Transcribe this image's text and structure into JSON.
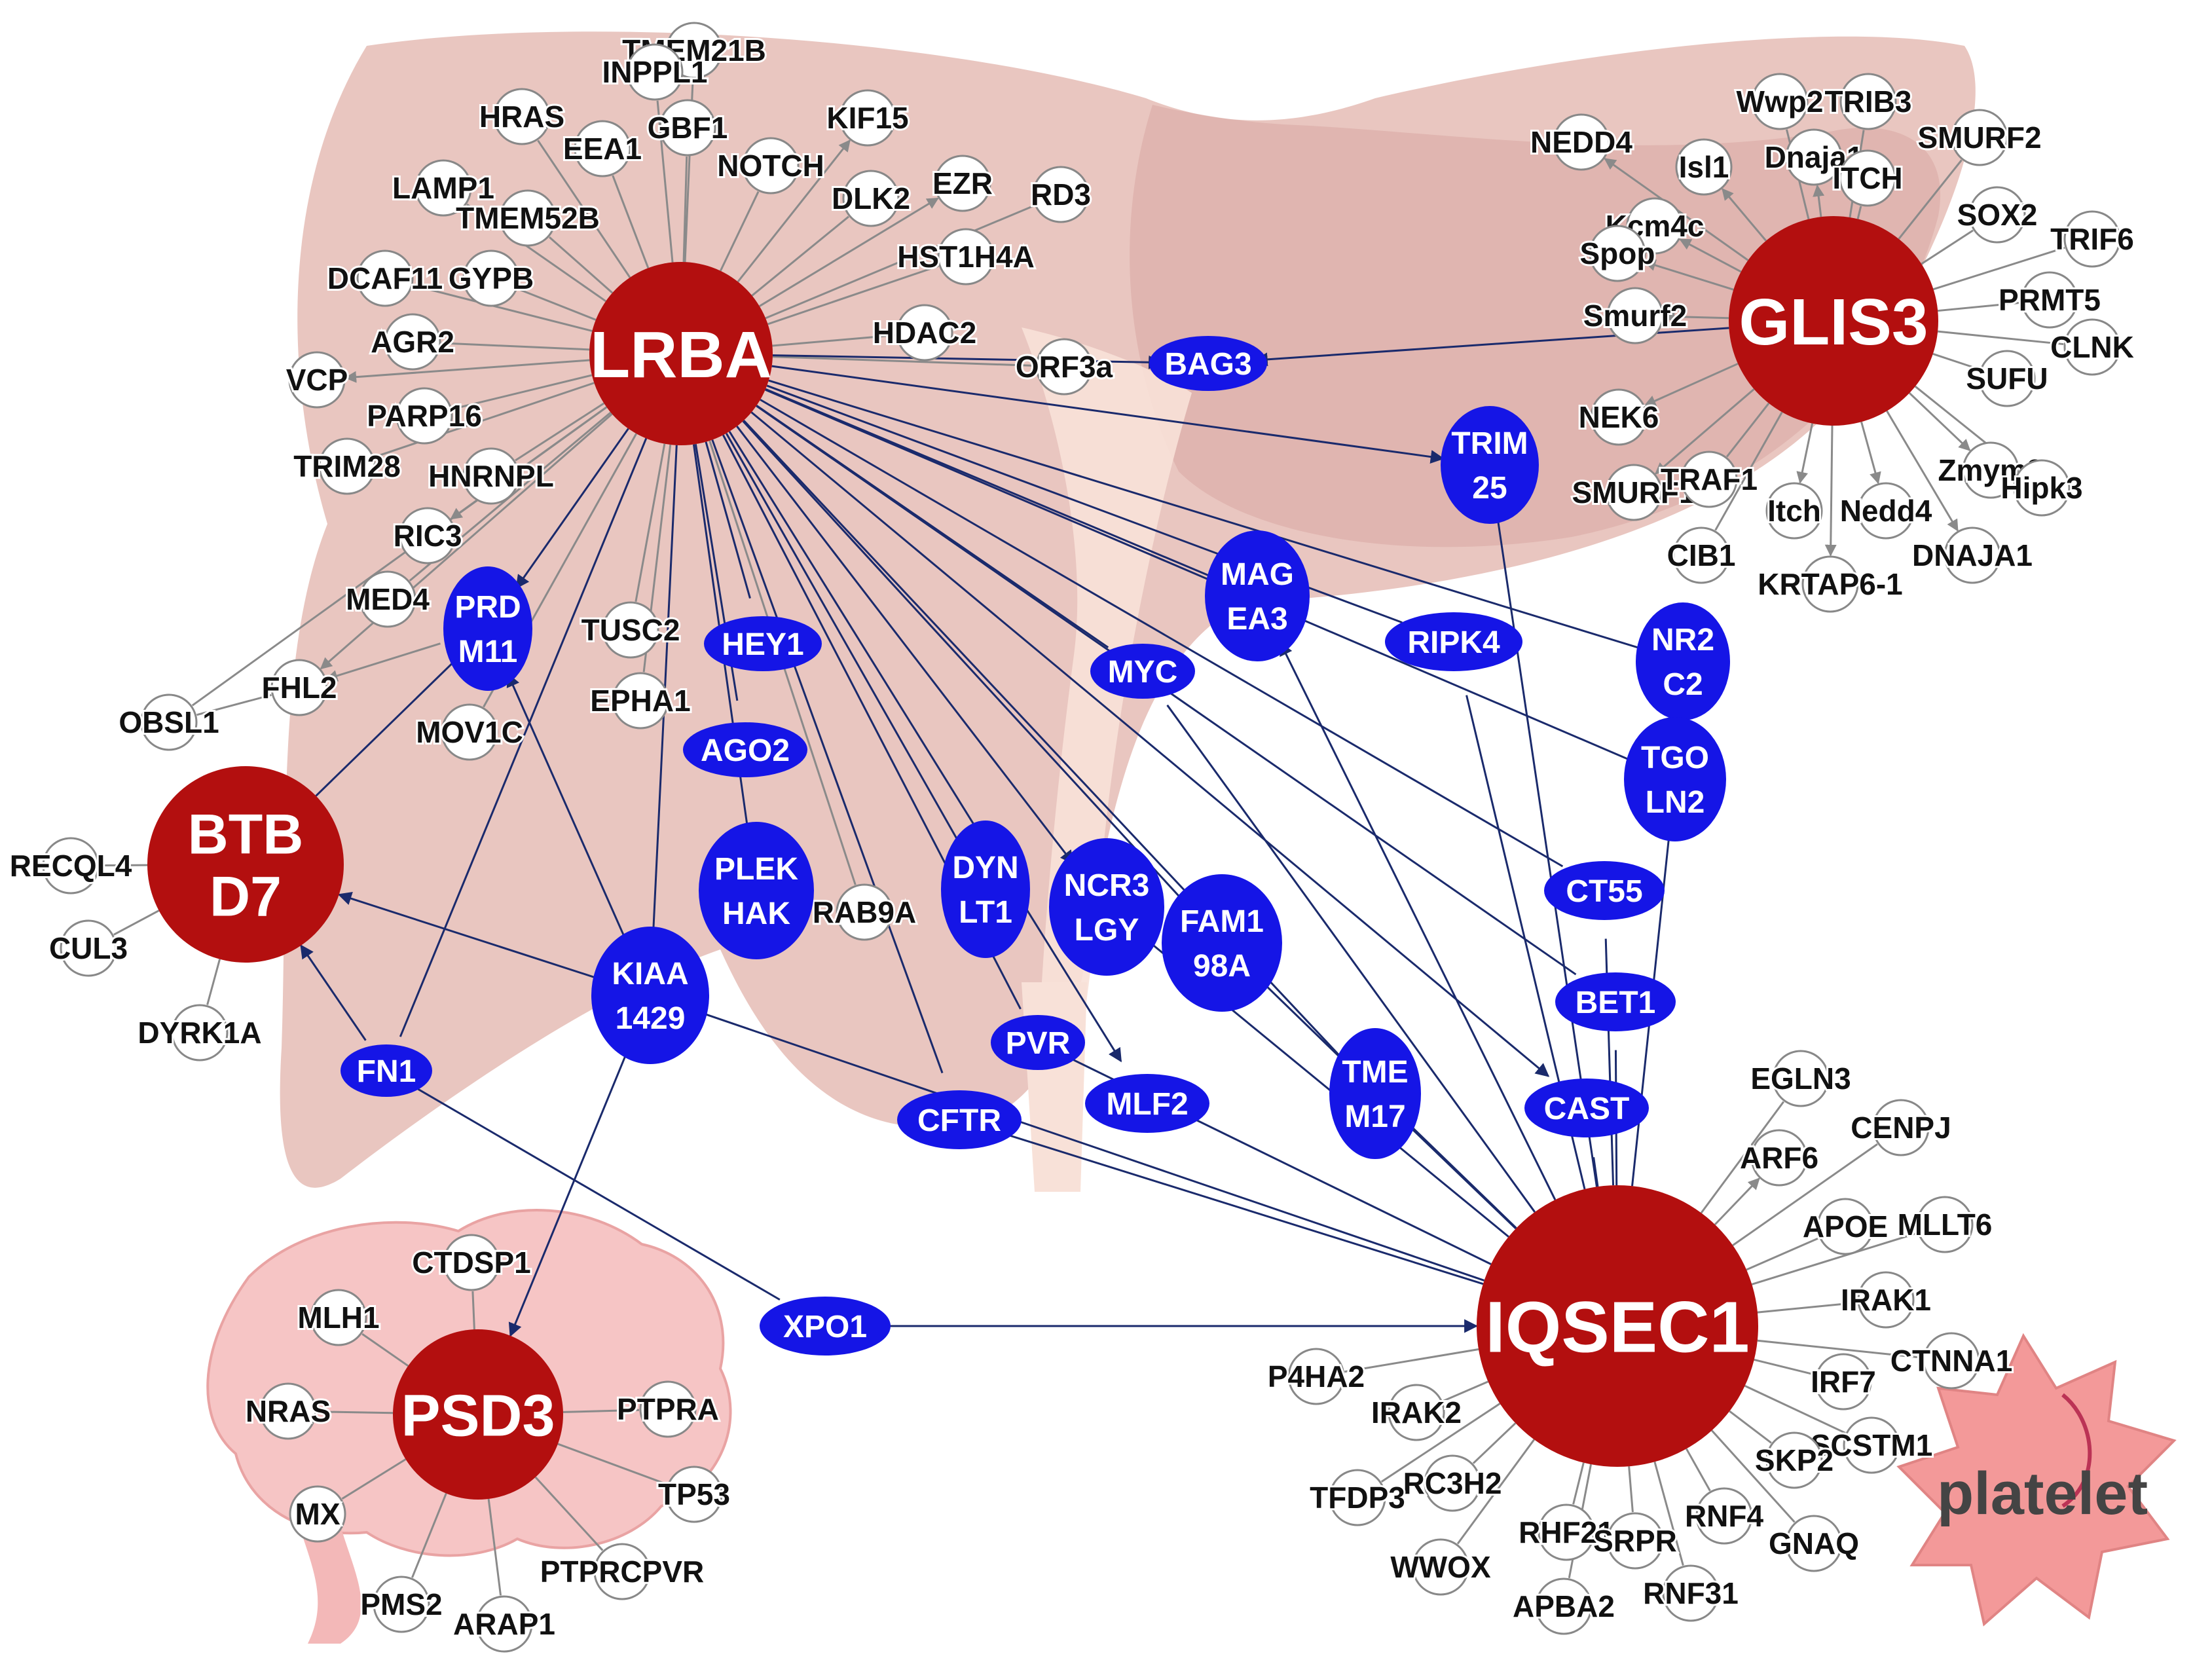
{
  "hubs": [
    {
      "id": "LRBA",
      "lines": [
        "LRBA"
      ]
    },
    {
      "id": "GLIS3",
      "lines": [
        "GLIS3"
      ]
    },
    {
      "id": "BTBD7",
      "lines": [
        "BTB",
        "D7"
      ]
    },
    {
      "id": "PSD3",
      "lines": [
        "PSD3"
      ]
    },
    {
      "id": "IQSEC1",
      "lines": [
        "IQSEC1"
      ]
    }
  ],
  "blue_nodes": [
    {
      "id": "BAG3",
      "lines": [
        "BAG3"
      ]
    },
    {
      "id": "TRIM25",
      "lines": [
        "TRIM",
        "25"
      ]
    },
    {
      "id": "PRDM11",
      "lines": [
        "PRD",
        "M11"
      ]
    },
    {
      "id": "HEY1",
      "lines": [
        "HEY1"
      ]
    },
    {
      "id": "MAGEA3",
      "lines": [
        "MAG",
        "EA3"
      ]
    },
    {
      "id": "RIPK4",
      "lines": [
        "RIPK4"
      ]
    },
    {
      "id": "NR2C2",
      "lines": [
        "NR2",
        "C2"
      ]
    },
    {
      "id": "MYC",
      "lines": [
        "MYC"
      ]
    },
    {
      "id": "AGO2",
      "lines": [
        "AGO2"
      ]
    },
    {
      "id": "TGOLN2",
      "lines": [
        "TGO",
        "LN2"
      ]
    },
    {
      "id": "PLEKHAK",
      "lines": [
        "PLEK",
        "HAK"
      ]
    },
    {
      "id": "DYNLT1",
      "lines": [
        "DYN",
        "LT1"
      ]
    },
    {
      "id": "NCR3LGY",
      "lines": [
        "NCR3",
        "LGY"
      ]
    },
    {
      "id": "FAM198A",
      "lines": [
        "FAM1",
        "98A"
      ]
    },
    {
      "id": "CT55",
      "lines": [
        "CT55"
      ]
    },
    {
      "id": "KIAA1429",
      "lines": [
        "KIAA",
        "1429"
      ]
    },
    {
      "id": "BET1",
      "lines": [
        "BET1"
      ]
    },
    {
      "id": "FN1",
      "lines": [
        "FN1"
      ]
    },
    {
      "id": "PVR",
      "lines": [
        "PVR"
      ]
    },
    {
      "id": "TMEM17",
      "lines": [
        "TME",
        "M17"
      ]
    },
    {
      "id": "CFTR",
      "lines": [
        "CFTR"
      ]
    },
    {
      "id": "MLF2",
      "lines": [
        "MLF2"
      ]
    },
    {
      "id": "CAST",
      "lines": [
        "CAST"
      ]
    },
    {
      "id": "XPO1",
      "lines": [
        "XPO1"
      ]
    }
  ],
  "small_nodes": {
    "LRBA": [
      "TMEM21B",
      "INPPL1",
      "HRAS",
      "GBF1",
      "KIF15",
      "EEA1",
      "NOTCH",
      "LAMP1",
      "EZR",
      "DLK2",
      "RD3",
      "TMEM52B",
      "HST1H4A",
      "DCAF11",
      "GYPB",
      "HDAC2",
      "AGR2",
      "ORF3a",
      "VCP",
      "PARP16",
      "TRIM28",
      "HNRNPL",
      "RIC3",
      "MED4",
      "TUSC2",
      "FHL2",
      "EPHA1",
      "OBSL1",
      "MOV1C",
      "RAB9A"
    ],
    "GLIS3": [
      "Wwp2",
      "TRIB3",
      "NEDD4",
      "Isl1",
      "Dnaja1",
      "SMURF2",
      "ITCH",
      "Kcm4c",
      "SOX2",
      "TRIF6",
      "Spop",
      "PRMT5",
      "Smurf2",
      "CLNK",
      "SUFU",
      "NEK6",
      "Zmym2",
      "Hipk3",
      "SMURF1",
      "TRAF1",
      "Itch",
      "Nedd4",
      "CIB1",
      "DNAJA1",
      "KRTAP6-1"
    ],
    "BTBD7": [
      "RECQL4",
      "CUL3",
      "DYRK1A"
    ],
    "PSD3": [
      "CTDSP1",
      "MLH1",
      "PTPRA",
      "NRAS",
      "TP53",
      "MX",
      "PTPRCPVR",
      "PMS2",
      "ARAP1"
    ],
    "IQSEC1": [
      "EGLN3",
      "CENPJ",
      "ARF6",
      "APOE",
      "MLLT6",
      "IRAK1",
      "CTNNA1",
      "IRF7",
      "P4HA2",
      "IRAK2",
      "SCSTM1",
      "SKP2",
      "RC3H2",
      "TFDP3",
      "RHF21",
      "RNF4",
      "GNAQ",
      "SRPR",
      "WWOX",
      "APBA2",
      "RNF31"
    ]
  },
  "legend": {
    "platelet_label": "platelet"
  },
  "colors": {
    "hub": "#b30f0f",
    "blue": "#1515e6",
    "edge": "#1a2a6c",
    "gray_edge": "#8a8a8a",
    "liver": "#e8c3bd",
    "brain": "#f6c5c5",
    "platelet": "#f28e8e"
  }
}
